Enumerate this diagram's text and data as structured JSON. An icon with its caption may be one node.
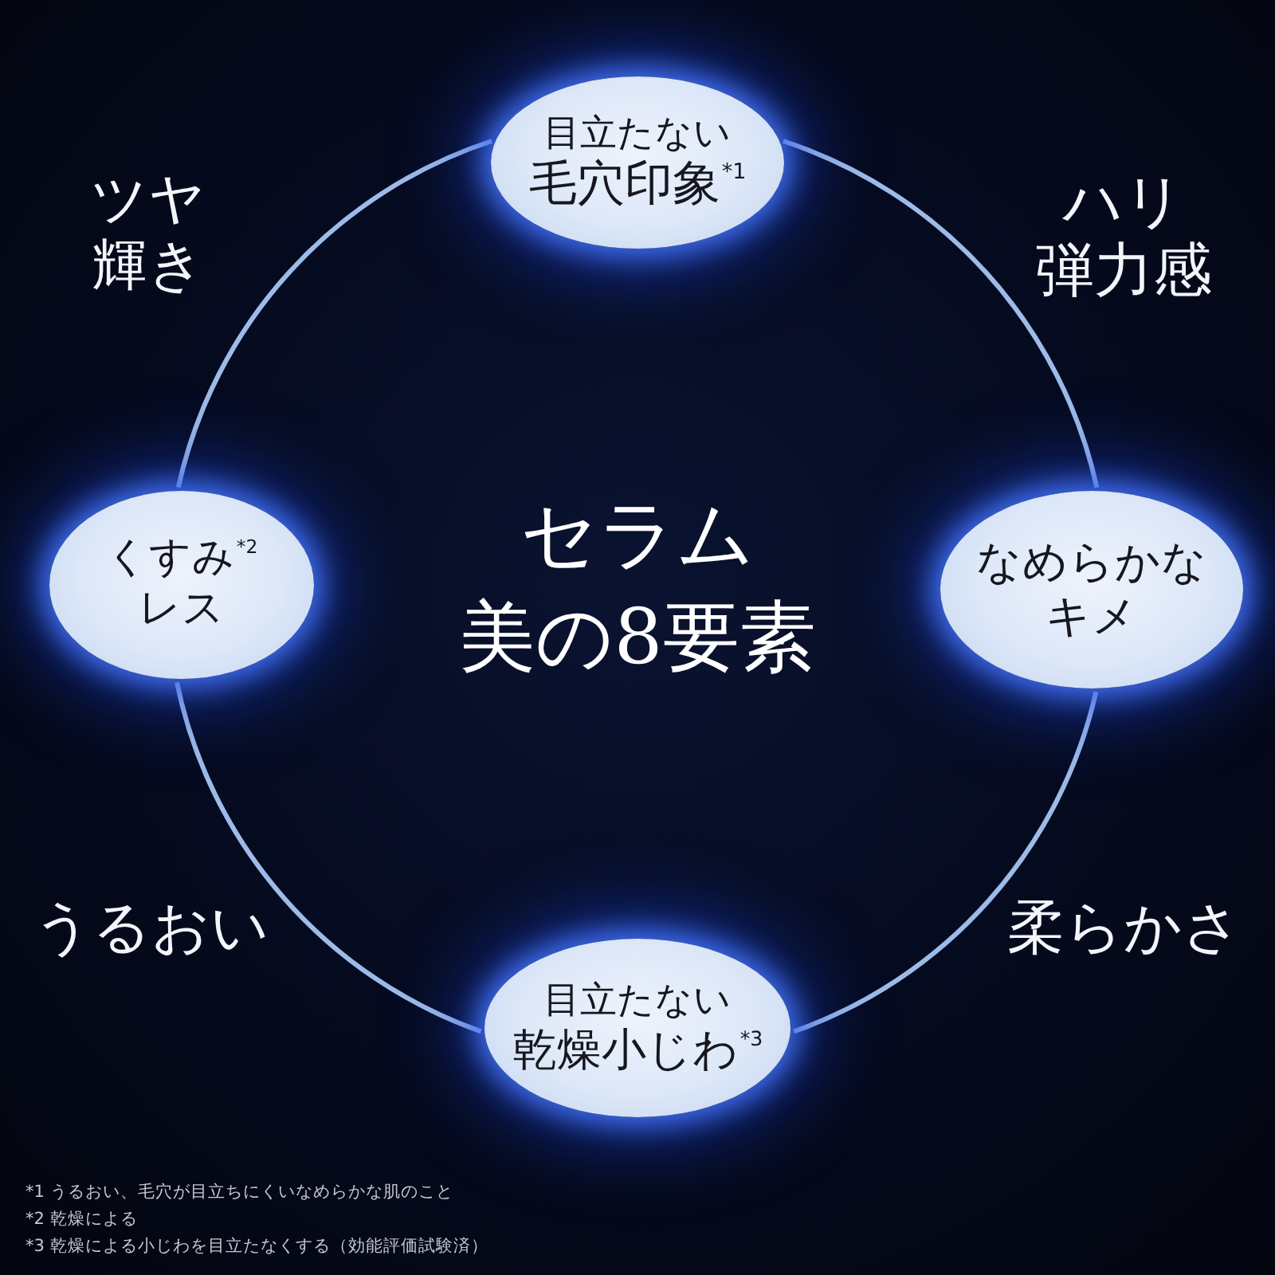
{
  "diagram": {
    "title": "セラム美の8要素",
    "nodes": [
      {
        "text": [
          "目立たない",
          "毛穴印象$^{*1}$"
        ]
      },
      {
        "text": [
          "くすみ$^{*2}$レス"
        ]
      },
      {
        "text": [
          "なめらかなキメ"
        ]
      },
      {
        "text": [
          "目立たない",
          "乾燥小じわ$^{*3}$"
        ]
      }
    ],
    "edges": [
      {
        "from": 0,
        "to": 2,
        "arrow": "none"
      },
      {
        "from": 2,
        "to": 3,
        "arrow": "none"
      },
      {
        "from": 3,
        "to": 1,
        "arrow": "none"
      },
      {
        "from": 1,
        "to": 0,
        "arrow": "none"
      }
    ],
    "labels": [
      "ツヤ輝き",
      "ハリ弾力感",
      "うるおい",
      "柔らかさ",
      "*1 うるおい、毛穴が目立ちにくいなめらかな肌のこと",
      "*2 乾燥による",
      "*3 乾燥による小じわを目立たなくする（効能評価試験済）"
    ]
  }
}
